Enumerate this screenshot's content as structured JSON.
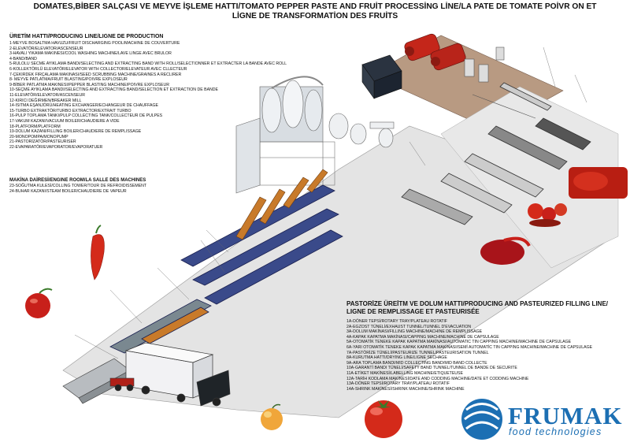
{
  "title": "DOMATES,BİBER SALÇASI VE MEYVE İŞLEME HATTI/TOMATO PEPPER PASTE AND FRUİT PROCESSİNG LİNE/LA PATE DE TOMATE POİVR ON ET LİGNE DE TRANSFORMATİON DES FRUİTS",
  "production": {
    "heading": "ÜRETİM HATTI/PRODUCING LINE/LIGNE DE PRODUCTION",
    "items": [
      "1-MEYVE BOSALTMA HAVUZU/FRUIT DISCHARGING POOL/MACHINE  DE COUVERTURE",
      "2-ELEVATÖR/ELEVATOR/ASCENSEUR",
      "3-HAVALI YIKAMA MAKINESI/COOL WASHING MACHINE/LAVE LINGE AVEC BRULOR",
      "4-BAND/BAND",
      "5-RULOLU SECME AYIKLAMA BANDI/SELECTING AND EXTRACTING BAND WITH ROLL/SELECTIONNER ET EXTRACTER LA BANDE AVEC ROLL",
      "6-KOLLEKTÖRLÜ ELEVATÖR/ELEVATOR WITH COLLECTOR/ELEVATEUR AVEC CLLECTEUR",
      "7-ÇEKIRDEK FIRÇALAMA MAKINASI/SEED SCRUBBING MACHINE/GRAINES A RECLIRER",
      "8- MEYVE PATLATMA/FRUIT BLASTING/POIVRE EXPLOSEUR",
      "9-BİBER PATLATMA MAKINESI/PEPPER BLASTING MACHINE/POIVRE EXPLOSEUR",
      "10-SEÇME AYIKLAMA BANDI/SELECTING AND EXTRACTING BAND/SELECTION ET EXTRACTION DE BANDE",
      "11-ELEVATÖR/ELEVATOR/ASCENSEUR",
      "12-KIRICI DEĞIRMEN/BREAKER MILL",
      "14-ISITMA EŞANJÖRÜ/HEATING EXCHANGER/ECHANGEUR DE CHAUFFAGE",
      "15-TURBO EXTRAKTÖR/TURBO EXTRACTOR/EXTRAIT TURBO",
      "16-PULP TOPLAMA TANKI/PULP COLLECTING TANK/COLLECTEUR DE PULPES",
      "17-VAKUM KAZANI/VACUUM BOILER/CHAUDIERE A VIDE",
      "18-PLATFORM/PLATFORM",
      "19-DOLUM KAZANI/FILLING BOILER/CHAUDIERE DE REMPLISSAGE",
      "20-MONOPOMPA/MONOPUMP",
      "21-PASTORİZATÖR/PASTEURISER",
      "22-EVAPARATÖR/EVAPORATOR/EVAPORATUER"
    ]
  },
  "engine": {
    "heading": "MAKİNA DAİRESİ/ENGINE ROOM/LA SALLE DES MACHINES",
    "items": [
      "23-SOĞUTMA KULESİ/COLLING TOWER/TOUR DE REFROIDISSEMENT",
      "24-BUHAR KAZANI/STEAM BOILER/CHAUDIERE DE VAPEUR"
    ]
  },
  "filling": {
    "heading_line1": "PASTORİZE ÜREİTM VE DOLUM HATTI/PRODUCING AND PASTEURIZED FILLING LINE/",
    "heading_line2": "LIGNE DE REMPLISSAGE ET PASTEURISÉE",
    "items": [
      "1A-DÖNER TEPSİ/ROTARY TRAY/PLATEAU ROTATIF",
      "2A-EGZOST TÜNELİ/EXHAUST TUNNEL/TUNNEL D'EVACUATION",
      "3A-DOLUM MAKİNASI/FILLING MACHINE/MACHINE DE REMPLISSAGE",
      "4A-KAPAK KAPATMA MAKİNASI/CAPPING MACHINE/MACHINE DE CAPSULAGE",
      "5A-OTOMATİK TENEKE KAPAK KAPATMA MAKİNASI/AUTOMATIC TIN CAPPING MACHINE/MACHINE DE CAPSULAGE",
      "6A-YARI OTOMATİK TENEKE KAPAK KAPATMA MAKİNASI/SEMİ AUTOMATİC TIN CAPPING MACHINE/MACHINE DE CAPSULAGE",
      "7A-PASTÖRİZE TÜNELİ/PASTEURIZE TUNNEL/PASTEURISATION TUNNEL",
      "8A-KURUTMA HATTI/DRYING LINE/LIGNE SECHAGE",
      "9A-ARA TOPLAMA BANDI/MID COLLECTING BAND/MID BAND COLLECTE",
      "10A-GARANTİ BANDI TÜNELİ/SAFETY BAND TUNNEL/TUNNEL DE BANDE DE SECURITE",
      "11A-ETİKET MAKİNESİ/LABELLING MACHINE/ETIQUETEUSE",
      "12A-TARİH KODLAMA MAKİNESİ/DATE AND CODDING MACHINE/DATE ET CODDING MACHINE",
      "13A-DÖNER TEPSİ/ROTARY TRAY/PLATEAU ROTATIF",
      "14A-SHRINK MAKİNESİ/SHRINK MACHINE/SHRINK MACHINE"
    ]
  },
  "logo": {
    "name": "FRUMAK",
    "tagline": "food technologies",
    "color": "#1c6fb3"
  },
  "colors": {
    "floor": "#e4e4e4",
    "engine_room_floor": "#b89a82",
    "conveyor_blue": "#3a4a8a",
    "elevator_orange": "#c87a2a",
    "tomato_red": "#d42a1a"
  }
}
